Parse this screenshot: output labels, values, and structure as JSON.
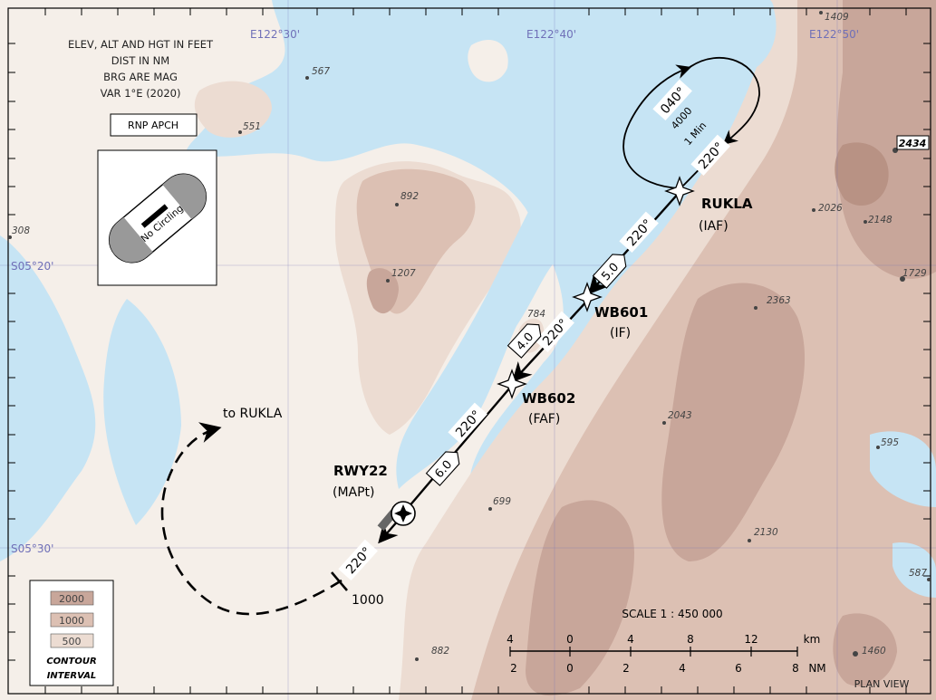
{
  "map": {
    "notes": [
      "ELEV, ALT AND HGT IN FEET",
      "DIST IN NM",
      "BRG ARE MAG",
      "VAR 1°E (2020)"
    ],
    "approach_label": "RNP APCH",
    "circling_text": "No Circling",
    "graticule": {
      "lon_1": "E122°30'",
      "lon_2": "E122°40'",
      "lon_3": "E122°50'",
      "lat_1": "S05°20'",
      "lat_2": "S05°30'"
    },
    "holding": {
      "outbound_track": "040°",
      "inbound_track": "220°",
      "altitude": "4000",
      "leg_time": "1 Min"
    },
    "waypoints": [
      {
        "name": "RUKLA",
        "role": "(IAF)"
      },
      {
        "name": "WB601",
        "role": "(IF)"
      },
      {
        "name": "WB602",
        "role": "(FAF)"
      },
      {
        "name": "RWY22",
        "role": "(MAPt)"
      }
    ],
    "segment_tracks": [
      "220°",
      "220°",
      "220°",
      "220°"
    ],
    "segment_distances": [
      "5.0",
      "4.0",
      "6.0"
    ],
    "missed_approach": {
      "text": "to RUKLA",
      "altitude_marker": "1000"
    },
    "spot_elevations": [
      "1409",
      "567",
      "551",
      "892",
      "1207",
      "308",
      "2434",
      "2026",
      "2148",
      "1729",
      "2363",
      "784",
      "2043",
      "595",
      "699",
      "2130",
      "587",
      "882",
      "1460"
    ],
    "contour_legend": {
      "levels": [
        "2000",
        "1000",
        "500"
      ],
      "title_1": "CONTOUR",
      "title_2": "INTERVAL",
      "colors": [
        "#c8a69a",
        "#dcc0b3",
        "#ecdcd2"
      ]
    },
    "scale": {
      "title": "SCALE 1 : 450 000",
      "km_ticks": [
        "4",
        "0",
        "4",
        "8",
        "12"
      ],
      "km_unit": "km",
      "nm_ticks": [
        "2",
        "0",
        "2",
        "4",
        "6",
        "8"
      ],
      "nm_unit": "NM"
    },
    "plan_view": "PLAN VIEW",
    "colors": {
      "water": "#c6e4f4",
      "land": "#f5efe9",
      "terrain_500": "#ecdcd2",
      "terrain_1000": "#dcc0b3",
      "terrain_2000": "#c8a69a",
      "graticule": "#7070b8",
      "route": "#000000"
    }
  }
}
